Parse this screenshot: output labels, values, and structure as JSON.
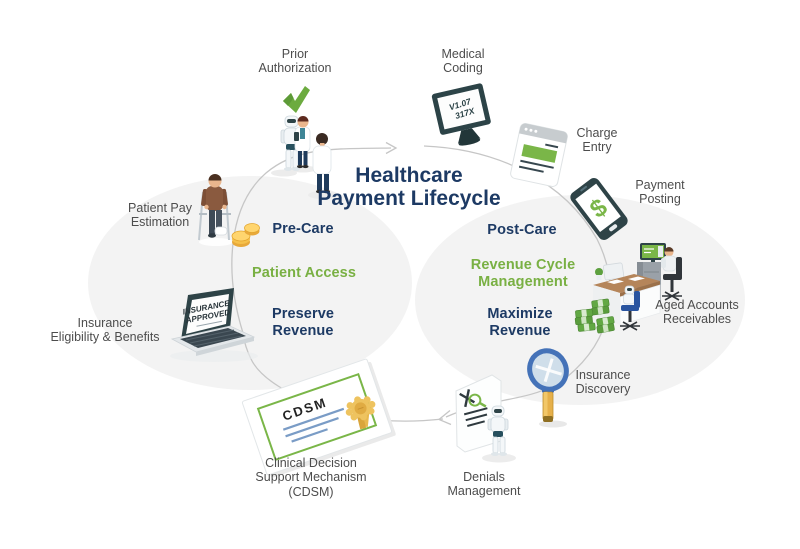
{
  "title": {
    "line1": "Healthcare",
    "line2": "Payment Lifecycle"
  },
  "left_circle": {
    "phase": "Pre-Care",
    "program": "Patient Access",
    "goal_line1": "Preserve",
    "goal_line2": "Revenue"
  },
  "right_circle": {
    "phase": "Post-Care",
    "program_line1": "Revenue Cycle",
    "program_line2": "Management",
    "goal_line1": "Maximize",
    "goal_line2": "Revenue"
  },
  "labels": {
    "prior_authorization": [
      "Prior",
      "Authorization"
    ],
    "medical_coding": [
      "Medical",
      "Coding"
    ],
    "charge_entry": [
      "Charge",
      "Entry"
    ],
    "payment_posting": [
      "Payment",
      "Posting"
    ],
    "aged_accounts": [
      "Aged Accounts",
      "Receivables"
    ],
    "insurance_discovery": [
      "Insurance",
      "Discovery"
    ],
    "denials_management": [
      "Denials",
      "Management"
    ],
    "cdsm": [
      "Clinical Decision",
      "Support Mechanism",
      "(CDSM)"
    ],
    "insurance_eligibility": [
      "Insurance",
      "Eligibility & Benefits"
    ],
    "patient_pay": [
      "Patient Pay",
      "Estimation"
    ]
  },
  "icon_text": {
    "monitor_line1": "V1.07",
    "monitor_line2": "317X",
    "laptop_line1": "INSURANCE",
    "laptop_line2": "APPROVED",
    "certificate": "CDSM",
    "phone_currency": "$"
  },
  "colors": {
    "navy": "#1d3a64",
    "green": "#79b043",
    "label_gray": "#4d4d4d",
    "circle_fill": "#f3f3f3",
    "arrow_gray": "#c6c6c6",
    "gold": "#f0b63e",
    "dark_slate": "#2e4347",
    "chair_blue": "#2a55a0"
  }
}
